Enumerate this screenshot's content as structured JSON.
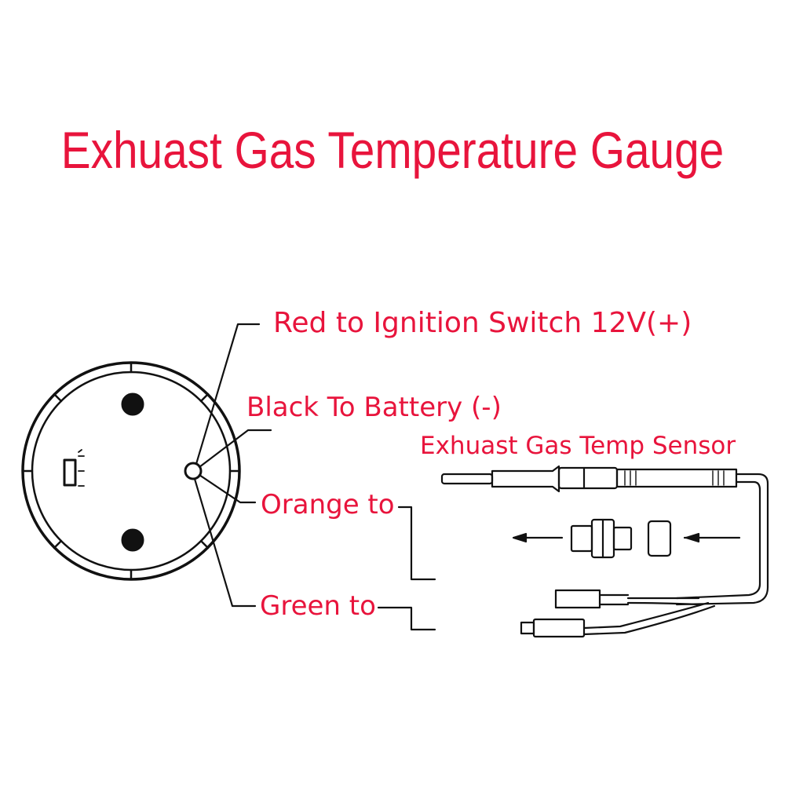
{
  "title": "Exhuast Gas Temperature Gauge",
  "labels": {
    "red_wire": "Red to Ignition Switch 12V(+)",
    "black_wire": "Black To Battery (-)",
    "sensor": "Exhuast Gas Temp Sensor",
    "orange_wire": "Orange to",
    "green_wire": "Green to"
  },
  "colors": {
    "label_text": "#e8143c",
    "line": "#111111",
    "background": "#ffffff"
  }
}
